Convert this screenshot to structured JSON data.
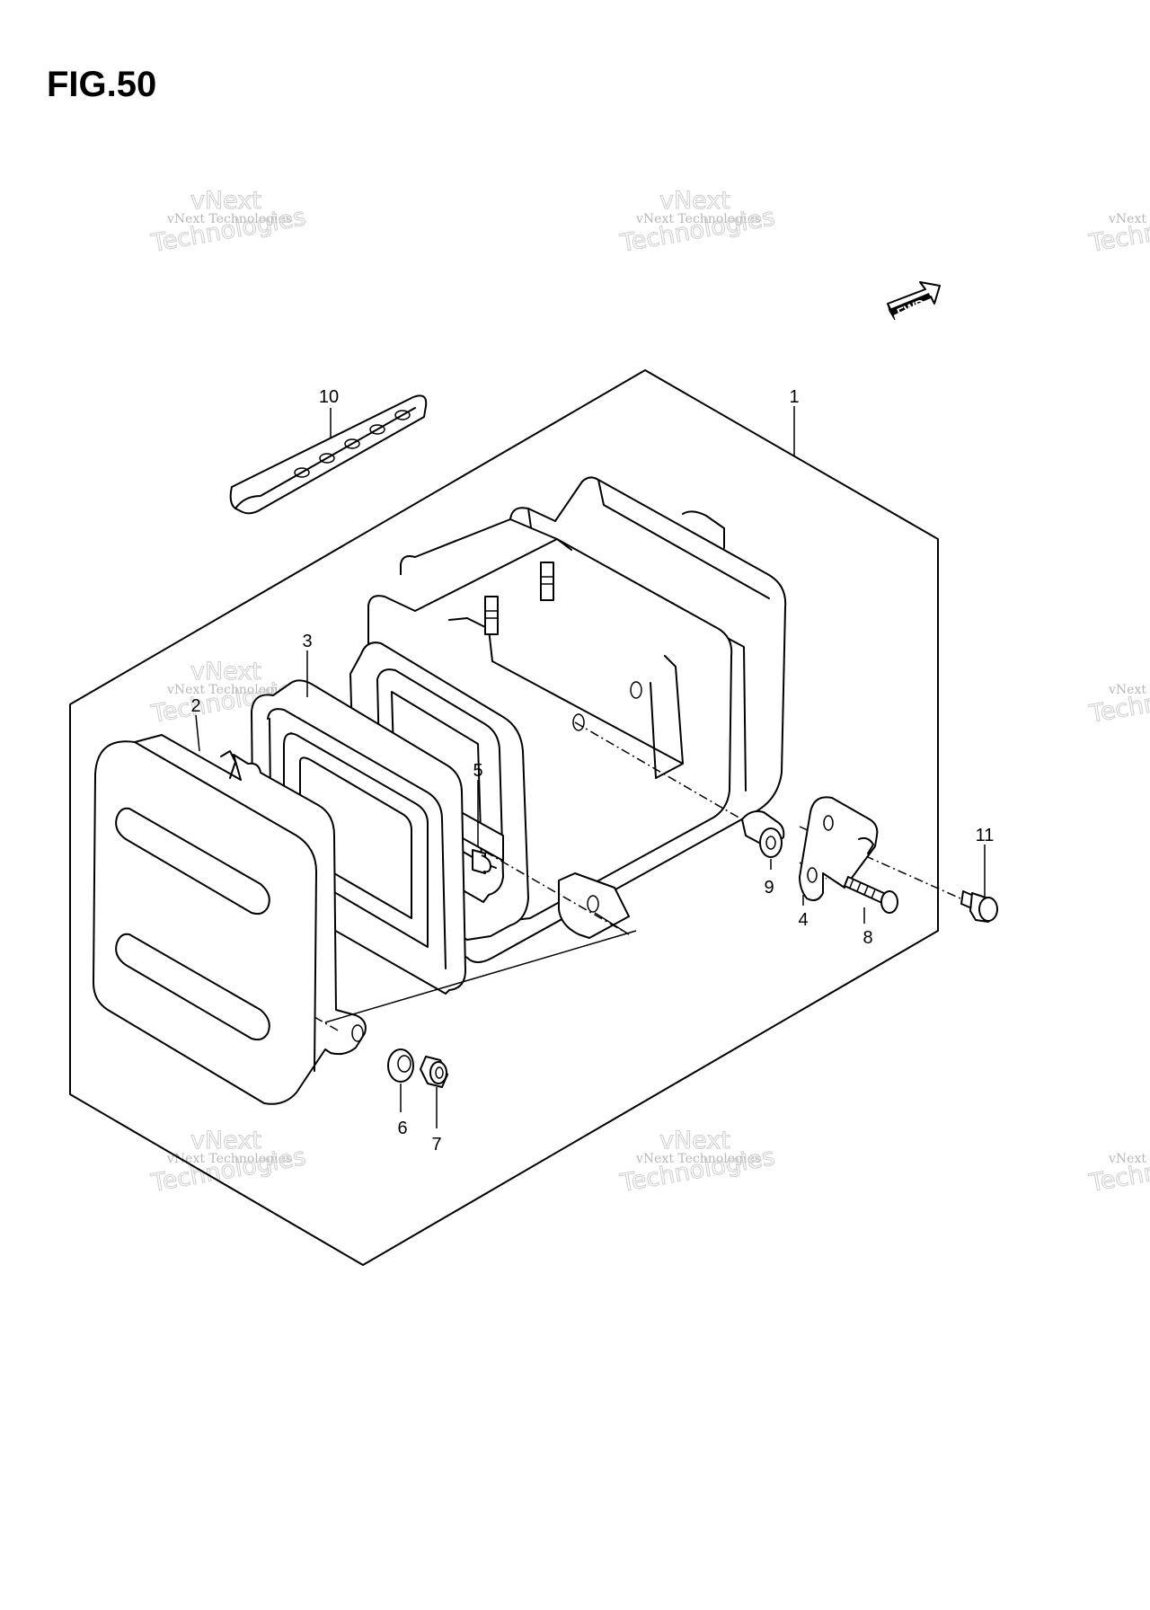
{
  "figure": {
    "title": "FIG.50"
  },
  "direction_marker": {
    "label": "FWD",
    "icon": "fwd-arrow-icon"
  },
  "watermark": {
    "line1": "vNext",
    "line2": "vNext Technologies",
    "line3": "Technologies"
  },
  "callouts": [
    "1",
    "2",
    "3",
    "4",
    "5",
    "6",
    "7",
    "8",
    "9",
    "10",
    "11"
  ]
}
